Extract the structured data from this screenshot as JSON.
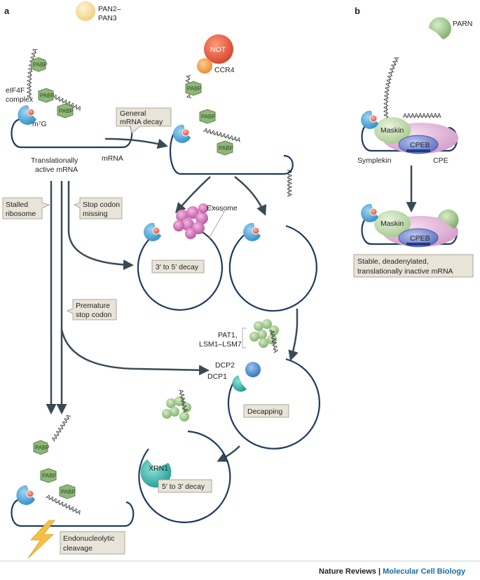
{
  "panels": {
    "a": "a",
    "b": "b"
  },
  "labels": {
    "pan2": "PAN2–",
    "pan3": "PAN3",
    "eif4f_1": "eIF4F",
    "eif4f_2": "complex",
    "m7g": "m⁷G",
    "mrna": "mRNA",
    "trans_1": "Translationally",
    "trans_2": "active mRNA",
    "not": "NOT",
    "ccr4": "CCR4",
    "exosome": "Exosome",
    "pat1_1": "PAT1,",
    "pat1_2": "LSM1–LSM7",
    "dcp2": "DCP2",
    "dcp1": "DCP1",
    "xrn1": "XRN1",
    "parn": "PARN",
    "maskin": "Maskin",
    "cpeb": "CPEB",
    "symplekin": "Symplekin",
    "cpe": "CPE",
    "pabp": "PABP"
  },
  "callouts": {
    "general_1": "General",
    "general_2": "mRNA decay",
    "stalled_1": "Stalled",
    "stalled_2": "ribosome",
    "stop_1": "Stop codon",
    "stop_2": "missing",
    "premature_1": "Premature",
    "premature_2": "stop codon"
  },
  "process_boxes": {
    "three_to_five": "3′ to 5′ decay",
    "decapping": "Decapping",
    "five_to_three": "5′ to 3′ decay",
    "endo_1": "Endonucleolytic",
    "endo_2": "cleavage",
    "stable_1": "Stable, deadenylated,",
    "stable_2": "translationally inactive mRNA"
  },
  "tails": {
    "long": "AAAAAAAAAAAAA",
    "a1": "AAAAAA",
    "mid": "AAAAAAAAAA",
    "a3": "AAAAAAAA",
    "short": "AAAAAAA",
    "decay": "AAAAAA",
    "b_arc": "AAAAAAAAAAAAAAAAAA",
    "b_line": "AAAAAAAAAA"
  },
  "footer": {
    "journal": "Nature Reviews",
    "separator": " | ",
    "section": "Molecular Cell Biology"
  },
  "colors": {
    "loop": "#1f3a5f",
    "arrow": "#3a4a55",
    "pabp_fill": "#8fb77a",
    "cap_blue": "#4aa3d8",
    "cap_red": "#e8604a",
    "box_fill": "#e8e4d8",
    "footer_blue": "#1a6aa8"
  }
}
